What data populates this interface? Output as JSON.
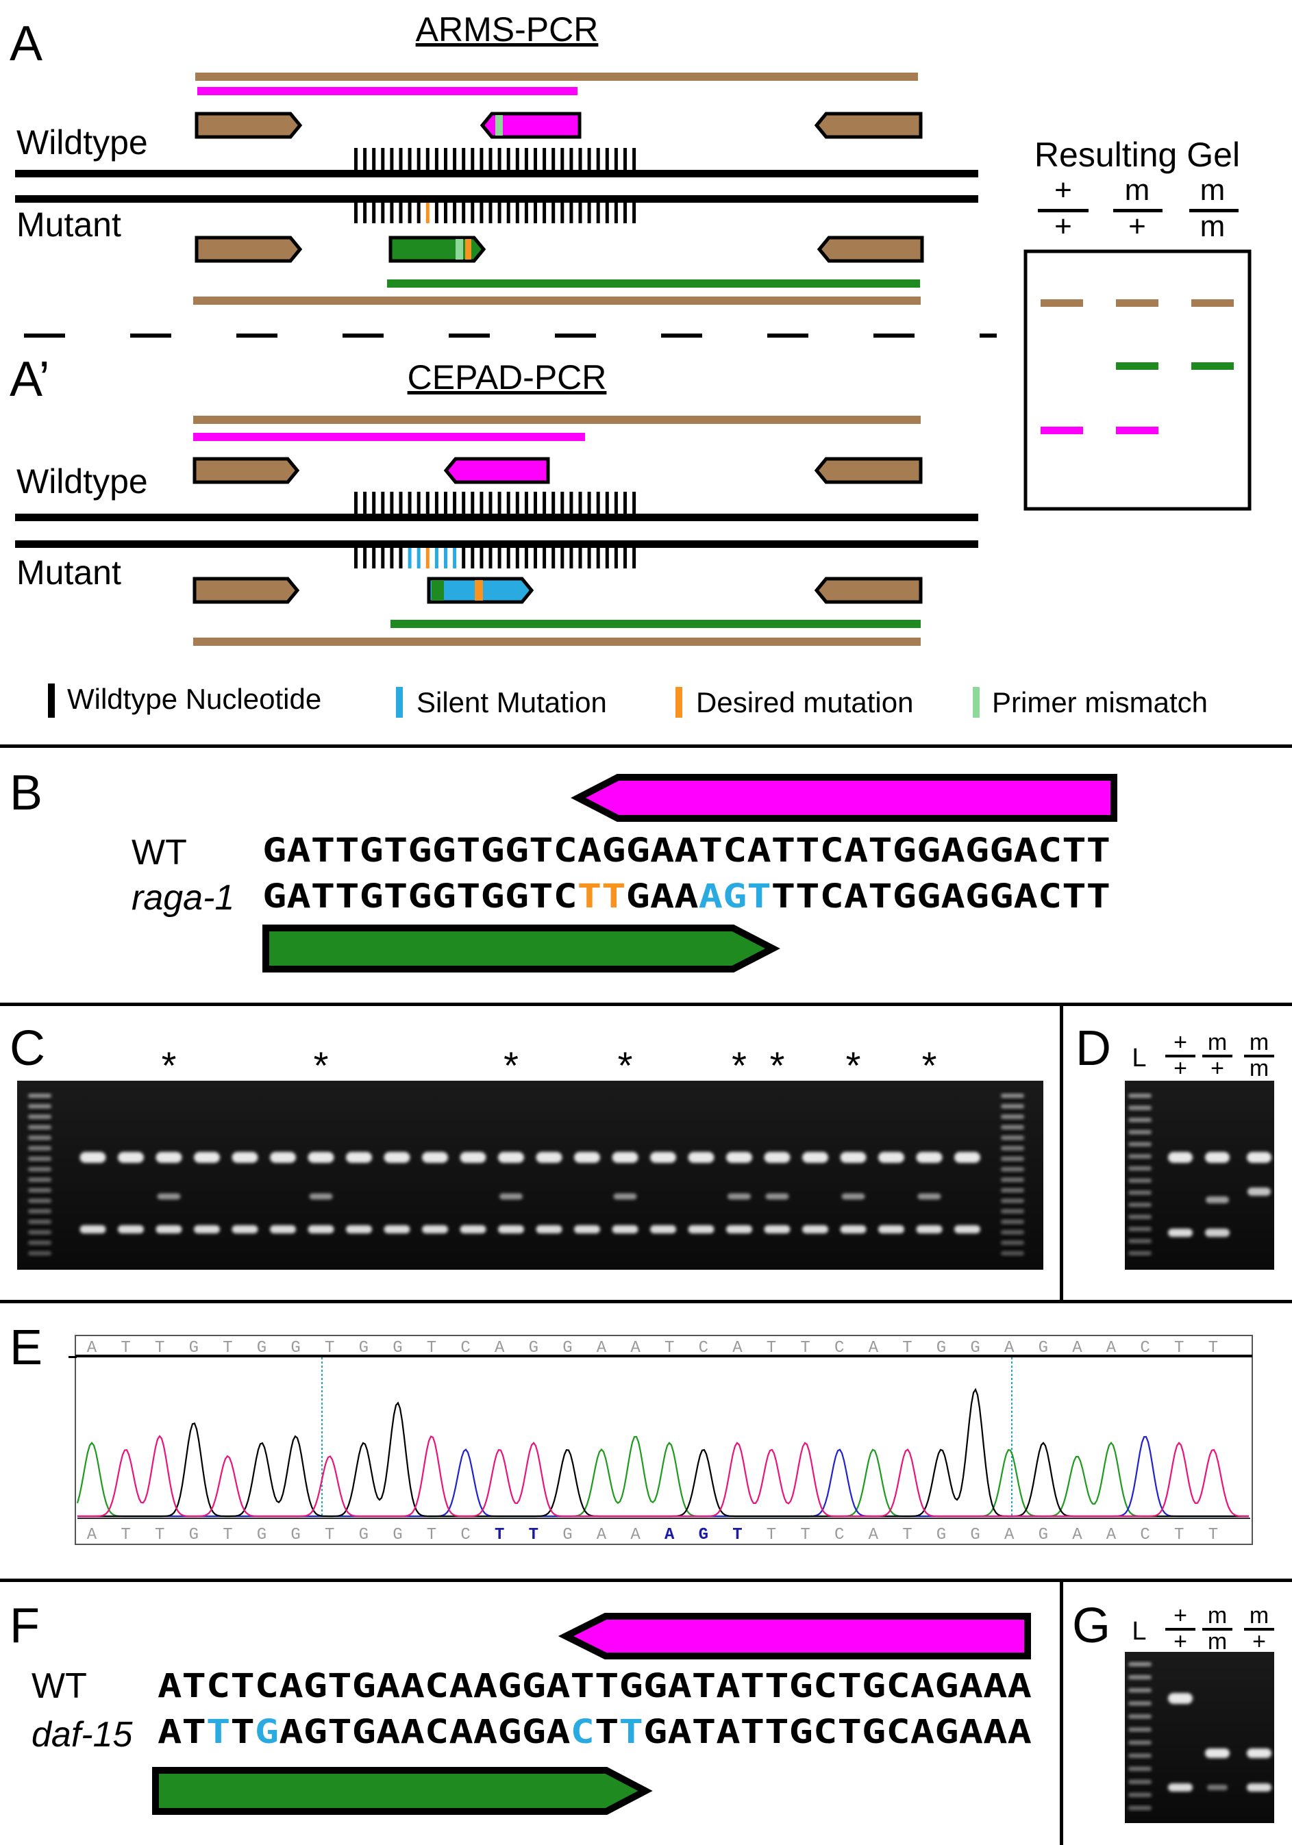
{
  "panels": {
    "a": "A",
    "a_prime": "A’",
    "b": "B",
    "c": "C",
    "d": "D",
    "e": "E",
    "f": "F",
    "g": "G"
  },
  "titles": {
    "arms": "ARMS-PCR",
    "cepad": "CEPAD-PCR"
  },
  "strains": {
    "wildtype": "Wildtype",
    "mutant": "Mutant",
    "wt": "WT",
    "raga1": "raga-1",
    "daf15": "daf-15"
  },
  "gel_schematic": {
    "title": "Resulting Gel",
    "genotypes": [
      {
        "top": "+",
        "bottom": "+"
      },
      {
        "top": "m",
        "bottom": "+"
      },
      {
        "top": "m",
        "bottom": "m"
      }
    ]
  },
  "legend": [
    {
      "label": "Wildtype Nucleotide",
      "color": "#000000"
    },
    {
      "label": "Silent Mutation",
      "color": "#29abe2"
    },
    {
      "label": "Desired mutation",
      "color": "#f7931e"
    },
    {
      "label": "Primer mismatch",
      "color": "#8ed89a"
    }
  ],
  "colors": {
    "outer_primer": "#a67c52",
    "wt_primer": "#ff00ff",
    "mutant_primer": "#1f8a1f",
    "silent": "#29abe2",
    "desired": "#f7931e",
    "mismatch": "#8ed89a"
  },
  "seq_b": {
    "wt": "GATTGTGGTGGTCAGGAATCATTCATGGAGGACTT",
    "mut_parts": [
      {
        "t": "GATTGTGGTGGTC",
        "c": "#000000"
      },
      {
        "t": "TT",
        "c": "#f7931e"
      },
      {
        "t": "GAA",
        "c": "#000000"
      },
      {
        "t": "AGT",
        "c": "#29abe2"
      },
      {
        "t": "TTCATGGAGGACTT",
        "c": "#000000"
      }
    ]
  },
  "seq_f": {
    "wt": "ATCTCAGTGAACAAGGATTGGATATTGCTGCAGAAA",
    "mut_parts": [
      {
        "t": "AT",
        "c": "#000000"
      },
      {
        "t": "T",
        "c": "#29abe2"
      },
      {
        "t": "T",
        "c": "#000000"
      },
      {
        "t": "G",
        "c": "#29abe2"
      },
      {
        "t": "AGTGAACAAGGA",
        "c": "#000000"
      },
      {
        "t": "C",
        "c": "#29abe2"
      },
      {
        "t": "T",
        "c": "#000000"
      },
      {
        "t": "T",
        "c": "#29abe2"
      },
      {
        "t": "GATATTGCTGCAGAAA",
        "c": "#000000"
      }
    ]
  },
  "gel_c": {
    "asterisk": "*",
    "starred_lanes": [
      3,
      7,
      12,
      15,
      18,
      19,
      21,
      23
    ]
  },
  "gel_d": {
    "ladder": "L",
    "genotypes": [
      {
        "top": "+",
        "bottom": "+"
      },
      {
        "top": "m",
        "bottom": "+"
      },
      {
        "top": "m",
        "bottom": "m"
      }
    ]
  },
  "gel_g": {
    "ladder": "L",
    "genotypes": [
      {
        "top": "+",
        "bottom": "+"
      },
      {
        "top": "m",
        "bottom": "m"
      },
      {
        "top": "m",
        "bottom": "+"
      }
    ]
  },
  "chromatogram": {
    "reference": "ATTGTGGTGGTCAGGAATCATTCATGGAGAACTT",
    "called": [
      {
        "b": "A"
      },
      {
        "b": "T"
      },
      {
        "b": "T"
      },
      {
        "b": "G"
      },
      {
        "b": "T"
      },
      {
        "b": "G"
      },
      {
        "b": "G"
      },
      {
        "b": "T"
      },
      {
        "b": "G"
      },
      {
        "b": "G"
      },
      {
        "b": "T"
      },
      {
        "b": "C"
      },
      {
        "b": "T",
        "hl": true
      },
      {
        "b": "T",
        "hl": true
      },
      {
        "b": "G"
      },
      {
        "b": "A"
      },
      {
        "b": "A"
      },
      {
        "b": "A",
        "hl": true
      },
      {
        "b": "G",
        "hl": true
      },
      {
        "b": "T",
        "hl": true
      },
      {
        "b": "T"
      },
      {
        "b": "T"
      },
      {
        "b": "C"
      },
      {
        "b": "A"
      },
      {
        "b": "T"
      },
      {
        "b": "G"
      },
      {
        "b": "G"
      },
      {
        "b": "A"
      },
      {
        "b": "G"
      },
      {
        "b": "A"
      },
      {
        "b": "A"
      },
      {
        "b": "C"
      },
      {
        "b": "T"
      },
      {
        "b": "T"
      }
    ],
    "trace_colors": {
      "A": "#1f9a1f",
      "C": "#2222cc",
      "G": "#000000",
      "T": "#e8157a"
    }
  }
}
